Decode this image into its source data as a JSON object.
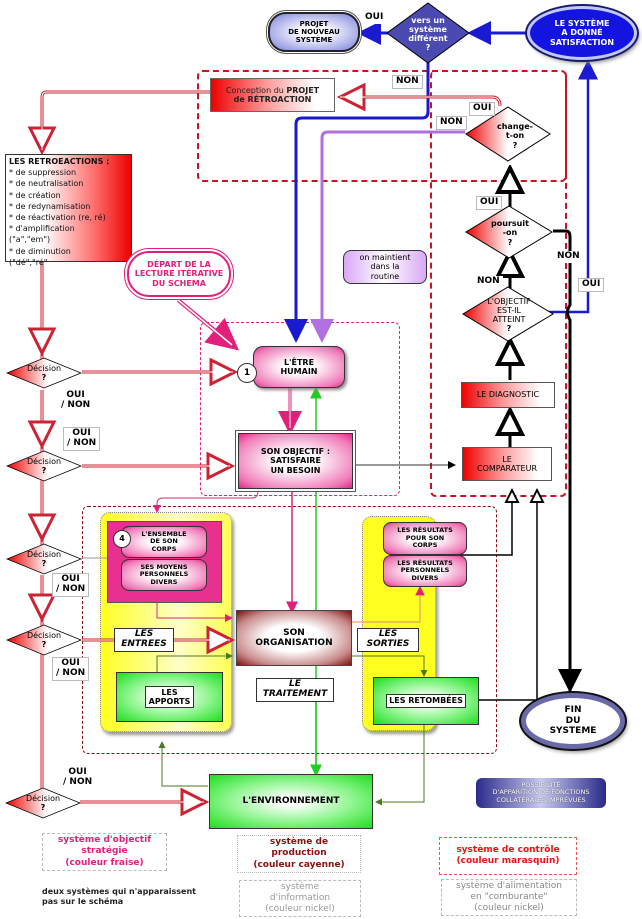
{
  "top": {
    "projet_nouveau": [
      "PROJET",
      "DE NOUVEAU",
      "SYSTÈME"
    ],
    "vers_systeme": [
      "vers un",
      "système",
      "différent",
      "?"
    ],
    "satisfaction": [
      "LE SYSTÈME",
      "A DONNÉ",
      "SATISFACTION"
    ],
    "oui_label": "OUI"
  },
  "retroaction": {
    "conception": [
      "Conception du ",
      "PROJET",
      "de RÉTROACTION"
    ],
    "non_top": "NON",
    "oui_change": "OUI",
    "non_change": "NON",
    "change_on": [
      "change-",
      "t-on",
      "?"
    ],
    "oui_poursuit": "OUI",
    "poursuit_on": [
      "poursuit",
      "-on",
      "?"
    ],
    "non_poursuit_left": "NON",
    "non_poursuit_right": "NON",
    "oui_right": "OUI",
    "objectif_atteint": [
      "L'OBJECTIF",
      "EST-IL",
      "ATTEINT",
      "?"
    ],
    "diagnostic": "LE DIAGNOSTIC",
    "comparateur": [
      "LE",
      "COMPARATEUR"
    ]
  },
  "retroactions_list": {
    "title": "LES RETROEACTIONS :",
    "items": [
      "* de suppression",
      "* de neutralisation",
      "* de création",
      "* de redynamisation",
      "* de réactivation (re, ré)",
      "* d'amplification",
      "(\"a\",\"em\")",
      "* de diminution",
      "(\"dé\",\"ré\""
    ]
  },
  "depart": [
    "DÉPART DE LA",
    "LECTURE ITÉRATIVE",
    "DU SCHEMA"
  ],
  "routine": [
    "on maintient",
    "dans la",
    "routine"
  ],
  "center": {
    "etre_humain": [
      "L'ÊTRE",
      "HUMAIN"
    ],
    "etre_num": "1",
    "objectif": [
      "SON OBJECTIF :",
      "SATISFAIRE",
      "UN BESOIN"
    ],
    "organisation": [
      "SON",
      "ORGANISATION"
    ],
    "traitement": [
      "LE",
      "TRAITEMENT"
    ],
    "environnement": "L'ENVIRONNEMENT"
  },
  "left_panel": {
    "num": "4",
    "ensemble": [
      "L'ENSEMBLE",
      "DE SON",
      "CORPS"
    ],
    "moyens": [
      "SES MOYENS",
      "PERSONNELS",
      "DIVERS"
    ],
    "entrees": [
      "LES",
      "ENTREES"
    ],
    "apports": [
      "LES",
      "APPORTS"
    ]
  },
  "right_panel": {
    "resultats_corps": [
      "LES RÉSULTATS",
      "POUR SON",
      "CORPS"
    ],
    "resultats_divers": [
      "LES RÉSULTATS",
      "PERSONNELS",
      "DIVERS"
    ],
    "sorties": [
      "LES",
      "SORTIES"
    ],
    "retombees": "LES RETOMBÉES"
  },
  "decisions": {
    "label": [
      "Décision",
      "?"
    ],
    "oui_non": [
      "OUI",
      "/ NON"
    ]
  },
  "fin": [
    "FIN",
    "DU",
    "SYSTEME"
  ],
  "possibilite": [
    "POSSIBILITÉ",
    "D'APPARITION DE FONCTIONS",
    "COLLATÉRALES IMPRÉVUES"
  ],
  "legend": {
    "objectif": [
      "système d'objectif",
      "stratégie",
      "(couleur fraise)"
    ],
    "production": [
      "système de",
      "production",
      "(couleur cayenne)"
    ],
    "information": [
      "système",
      "d'information",
      "(couleur nickel)"
    ],
    "controle": [
      "système de contrôle",
      "(couleur marasquin)"
    ],
    "alimentation": [
      "système d'alimentation",
      "en \"comburante\"",
      "(couleur nickel)"
    ],
    "note": [
      "deux systèmes qui n'apparaissent",
      "pas sur le schéma"
    ]
  },
  "colors": {
    "fraise": "#e0207a",
    "cayenne": "#8b0f0f",
    "marasquin": "#ee1111",
    "nickel": "#999999",
    "blue": "#1a1ad0",
    "purple": "#b070e0",
    "green": "#22cc22",
    "yellow": "#ffff33"
  }
}
